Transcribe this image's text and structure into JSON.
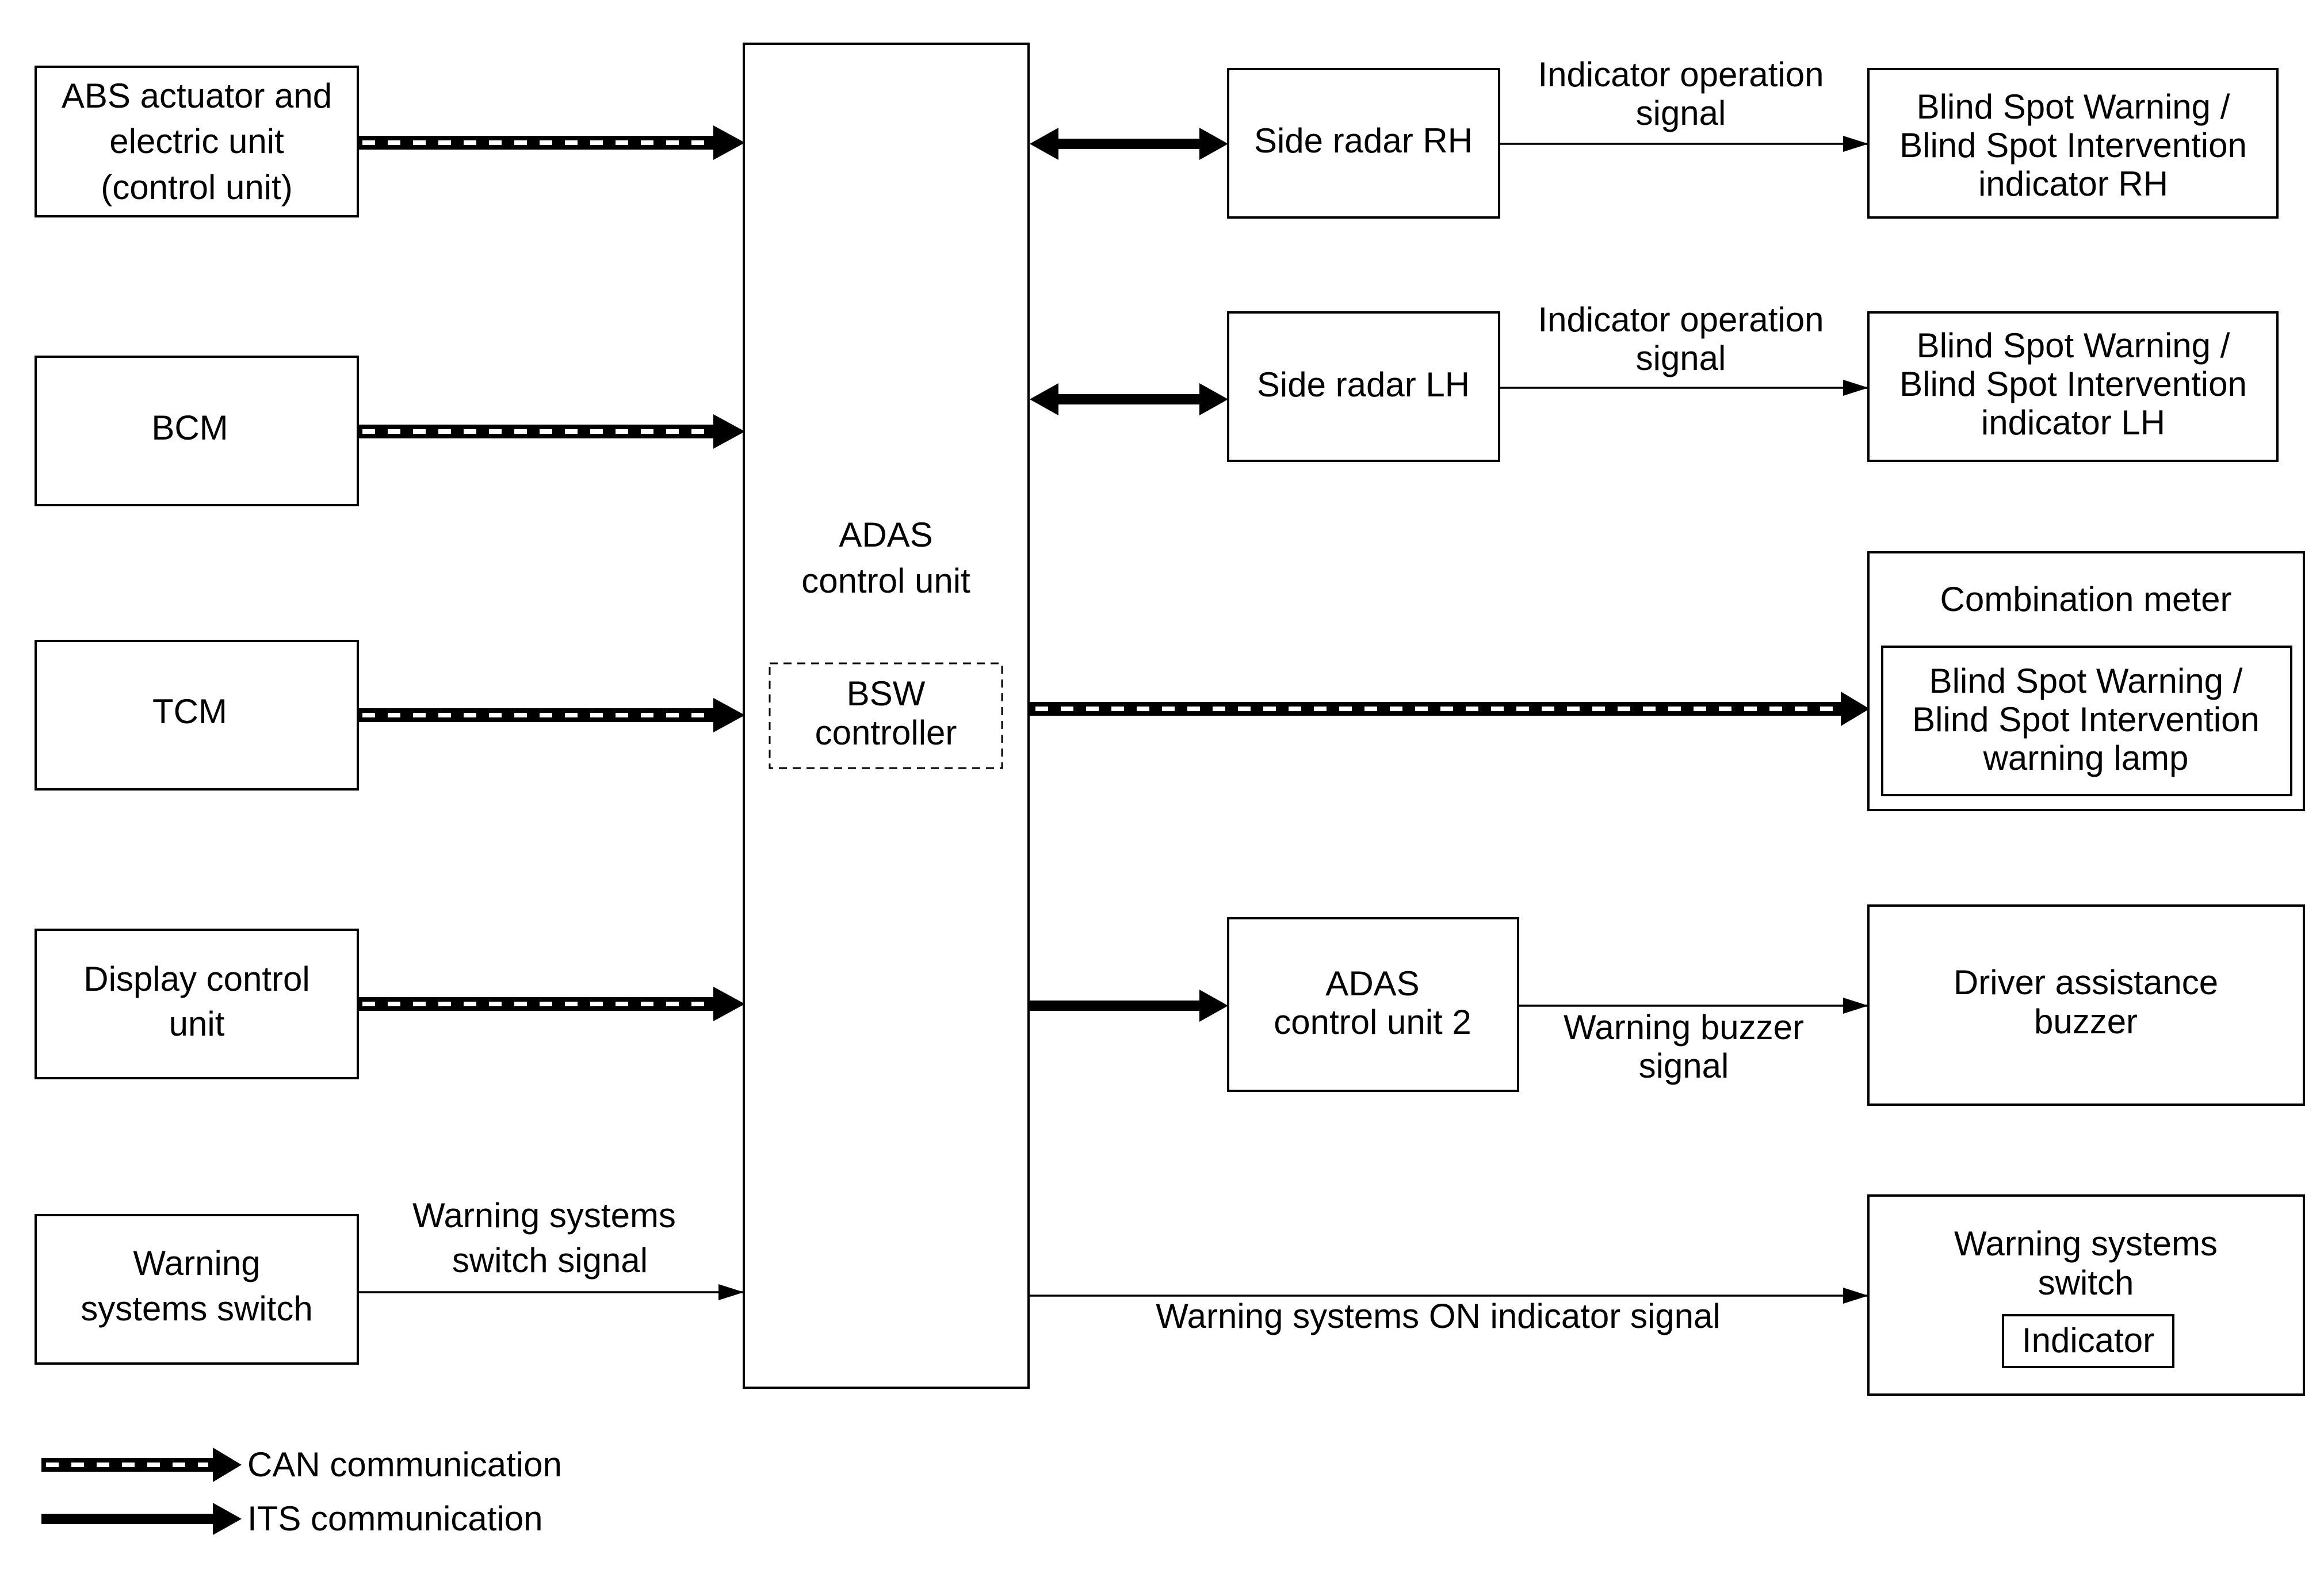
{
  "blocks": {
    "abs": [
      "ABS actuator and",
      "electric unit",
      "(control unit)"
    ],
    "bcm": [
      "BCM"
    ],
    "tcm": [
      "TCM"
    ],
    "display": [
      "Display control",
      "unit"
    ],
    "warn_switch_in": [
      "Warning",
      "systems switch"
    ],
    "adas": [
      "ADAS",
      "control unit"
    ],
    "bsw": [
      "BSW",
      "controller"
    ],
    "radar_rh": [
      "Side radar RH"
    ],
    "radar_lh": [
      "Side radar LH"
    ],
    "bsw_ind_rh": [
      "Blind Spot Warning /",
      "Blind Spot Intervention",
      "indicator RH"
    ],
    "bsw_ind_lh": [
      "Blind Spot Warning /",
      "Blind Spot Intervention",
      "indicator LH"
    ],
    "combination_meter": [
      "Combination meter"
    ],
    "warning_lamp": [
      "Blind Spot Warning /",
      "Blind Spot Intervention",
      "warning lamp"
    ],
    "adas2": [
      "ADAS",
      "control unit 2"
    ],
    "buzzer": [
      "Driver assistance",
      "buzzer"
    ],
    "warn_switch_out": [
      "Warning systems",
      "switch"
    ],
    "indicator": [
      "Indicator"
    ]
  },
  "signals": {
    "indicator_rh": [
      "Indicator operation",
      "signal"
    ],
    "indicator_lh": [
      "Indicator operation",
      "signal"
    ],
    "switch_signal": [
      "Warning systems",
      "switch signal"
    ],
    "buzzer_signal": [
      "Warning buzzer",
      "signal"
    ],
    "on_indicator": [
      "Warning systems ON indicator signal"
    ]
  },
  "legend": {
    "can": "CAN communication",
    "its": "ITS communication"
  }
}
